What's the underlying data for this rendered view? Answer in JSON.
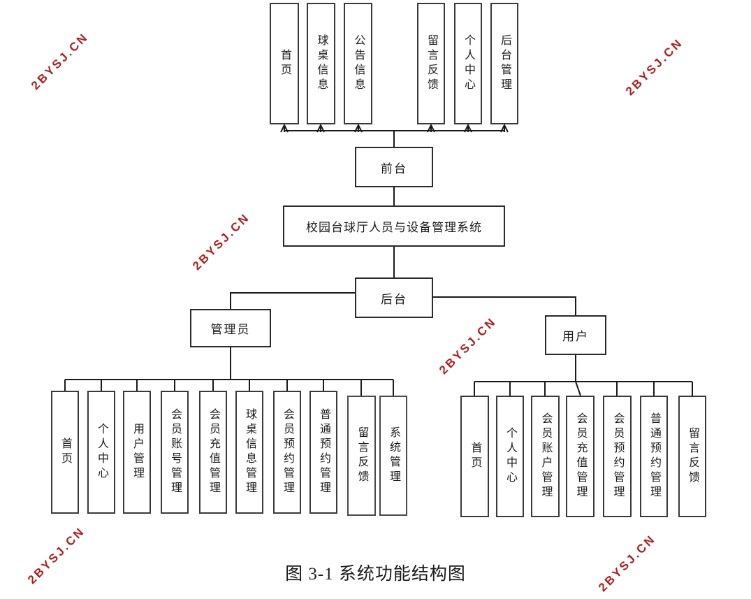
{
  "front": {
    "label": "前台",
    "items": [
      "首页",
      "球桌信息",
      "公告信息",
      "留言反馈",
      "个人中心",
      "后台管理"
    ]
  },
  "system": {
    "title": "校园台球厅人员与设备管理系统"
  },
  "back": {
    "label": "后台",
    "admin": {
      "label": "管理员",
      "items": [
        "首页",
        "个人中心",
        "用户管理",
        "会员账号管理",
        "会员充值管理",
        "球桌信息管理",
        "会员预约管理",
        "普通预约管理",
        "留言反馈",
        "系统管理"
      ]
    },
    "user": {
      "label": "用户",
      "items": [
        "首页",
        "个人中心",
        "会员账户管理",
        "会员充值管理",
        "会员预约管理",
        "普通预约管理",
        "留言反馈"
      ]
    }
  },
  "caption": "图 3-1 系统功能结构图",
  "watermark": {
    "text": "2BYSJ.CN",
    "color": "#b01d1d"
  }
}
